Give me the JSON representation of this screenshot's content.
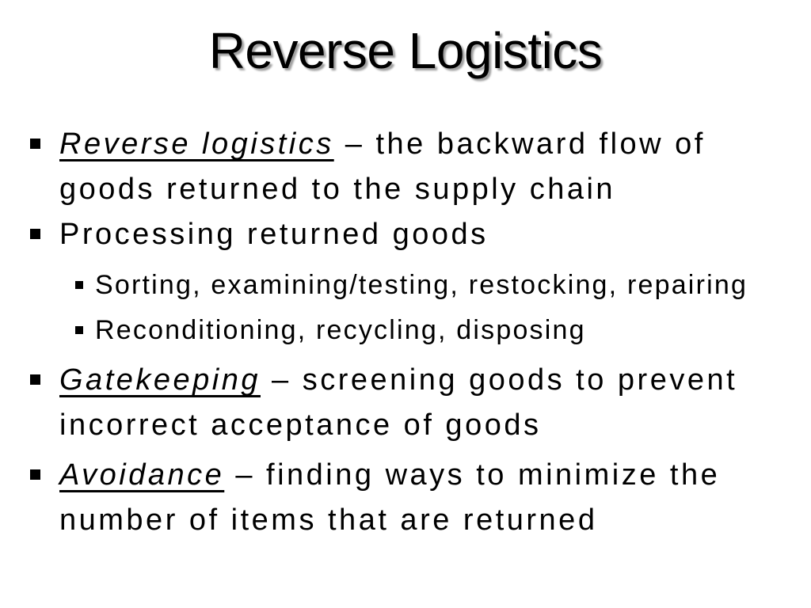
{
  "slide": {
    "title": "Reverse Logistics",
    "bullets": [
      {
        "level": 1,
        "em": "Reverse logistics",
        "lines": [
          " – the backward flow of",
          "goods returned to the supply chain"
        ]
      },
      {
        "level": 1,
        "em": "",
        "lines": [
          "Processing returned goods"
        ]
      },
      {
        "level": 2,
        "em": "",
        "lines": [
          "Sorting, examining/testing, restocking, repairing"
        ]
      },
      {
        "level": 2,
        "em": "",
        "lines": [
          "Reconditioning, recycling, disposing"
        ]
      },
      {
        "level": 1,
        "em": "Gatekeeping",
        "lines": [
          " – screening goods to prevent",
          "incorrect acceptance of goods"
        ]
      },
      {
        "level": 1,
        "em": "Avoidance",
        "lines": [
          " – finding ways to minimize the",
          "number of items that are returned"
        ]
      }
    ],
    "colors": {
      "background": "#ffffff",
      "text": "#000000",
      "title_shadow": "#a0a0a0"
    }
  }
}
